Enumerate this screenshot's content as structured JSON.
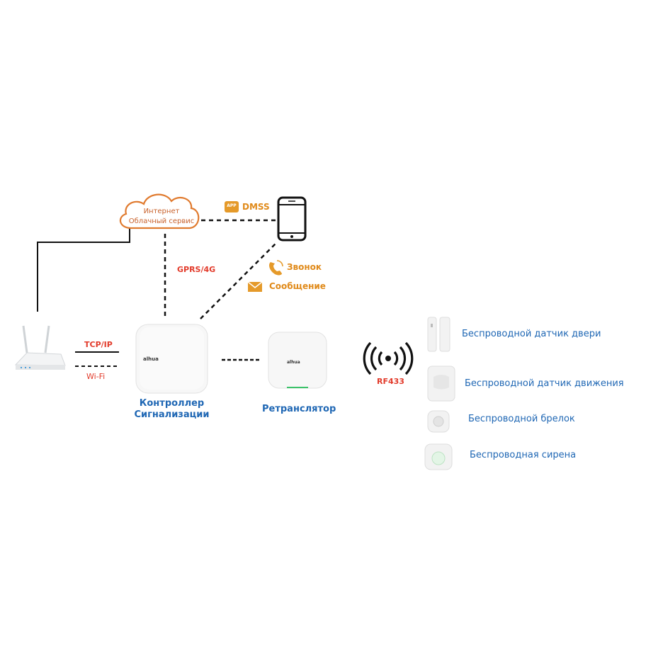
{
  "cloud": {
    "line1": "Интернет",
    "line2": "Облачный сервис"
  },
  "app": {
    "badge": "APP",
    "label": "DMSS"
  },
  "phone_actions": {
    "call": "Звонок",
    "message": "Сообщение"
  },
  "links": {
    "gprs": "GPRS/4G",
    "tcp": "TCP/IP",
    "wifi": "Wi-Fi",
    "rf": "RF433"
  },
  "controller": {
    "line1": "Контроллер",
    "line2": "Сигнализации",
    "brand": "alhua"
  },
  "repeater": {
    "label": "Ретранслятор",
    "brand": "alhua"
  },
  "devices": [
    {
      "label": "Беспроводной датчик двери"
    },
    {
      "label": "Беспроводной датчик движения"
    },
    {
      "label": "Беспроводной брелок"
    },
    {
      "label": "Беспроводная сирена"
    }
  ],
  "colors": {
    "orange": "#e08a1a",
    "red": "#e23a2a",
    "blue": "#1f67b4",
    "cloud_stroke": "#e07a2e"
  }
}
